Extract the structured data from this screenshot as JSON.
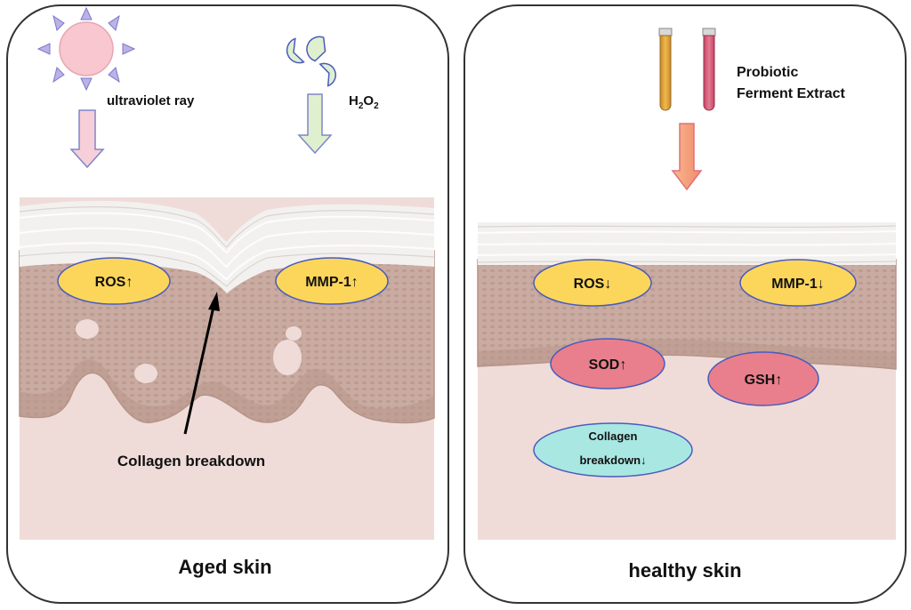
{
  "left_panel": {
    "caption": "Aged skin",
    "uv_label": "ultraviolet ray",
    "h2o2_label": {
      "main": "H",
      "sub1": "2",
      "mid": "O",
      "sub2": "2"
    },
    "ros_label": "ROS↑",
    "mmp_label": "MMP-1↑",
    "collagen_label": "Collagen breakdown"
  },
  "right_panel": {
    "caption": "healthy skin",
    "extract_line1": "Probiotic",
    "extract_line2": "Ferment Extract",
    "ros_label": "ROS↓",
    "mmp_label": "MMP-1↓",
    "sod_label": "SOD↑",
    "gsh_label": "GSH↑",
    "collagen_line1": "Collagen",
    "collagen_line2": "breakdown↓"
  },
  "colors": {
    "panel_border": "#333333",
    "dermis": "#efdcd8",
    "epidermis": "#c8a89e",
    "stratum_corneum": "#f3f1ef",
    "yellow_ellipse": "#fcd65a",
    "pink_ellipse": "#e97f8c",
    "cyan_ellipse": "#a9e7e2",
    "ellipse_stroke": "#4a5bbd",
    "uv_arrow": "#f6cfd8",
    "h2o2_arrow": "#dff0cf",
    "extract_arrow": "#f5a37c",
    "sun": "#f8c7cf",
    "sun_rays": "#b9b3e6",
    "tube_orange": "#e0a437",
    "tube_red": "#d75a76"
  },
  "icons": [
    "sun-icon",
    "h2o2-molecule-icon",
    "test-tube-icon",
    "down-arrow-icon",
    "up-arrow-icon"
  ]
}
